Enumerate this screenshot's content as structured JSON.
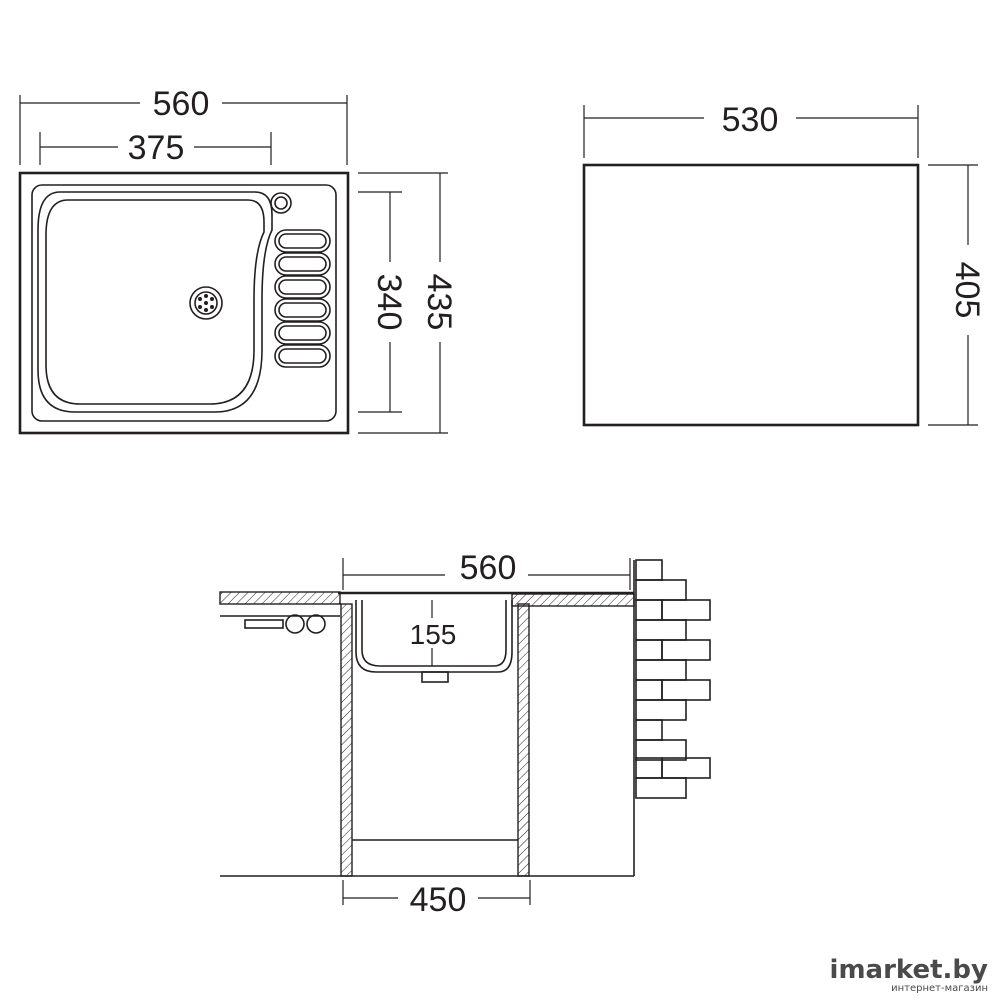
{
  "top_view": {
    "overall_width": "560",
    "bowl_width": "375",
    "overall_depth": "435",
    "bowl_depth": "340"
  },
  "cutout_view": {
    "cutout_width": "530",
    "cutout_depth": "405"
  },
  "side_view": {
    "overall_width": "560",
    "bowl_height": "155",
    "cabinet_width": "450"
  },
  "watermark": {
    "brand": "imarket.by",
    "tagline": "интернет-магазин"
  }
}
